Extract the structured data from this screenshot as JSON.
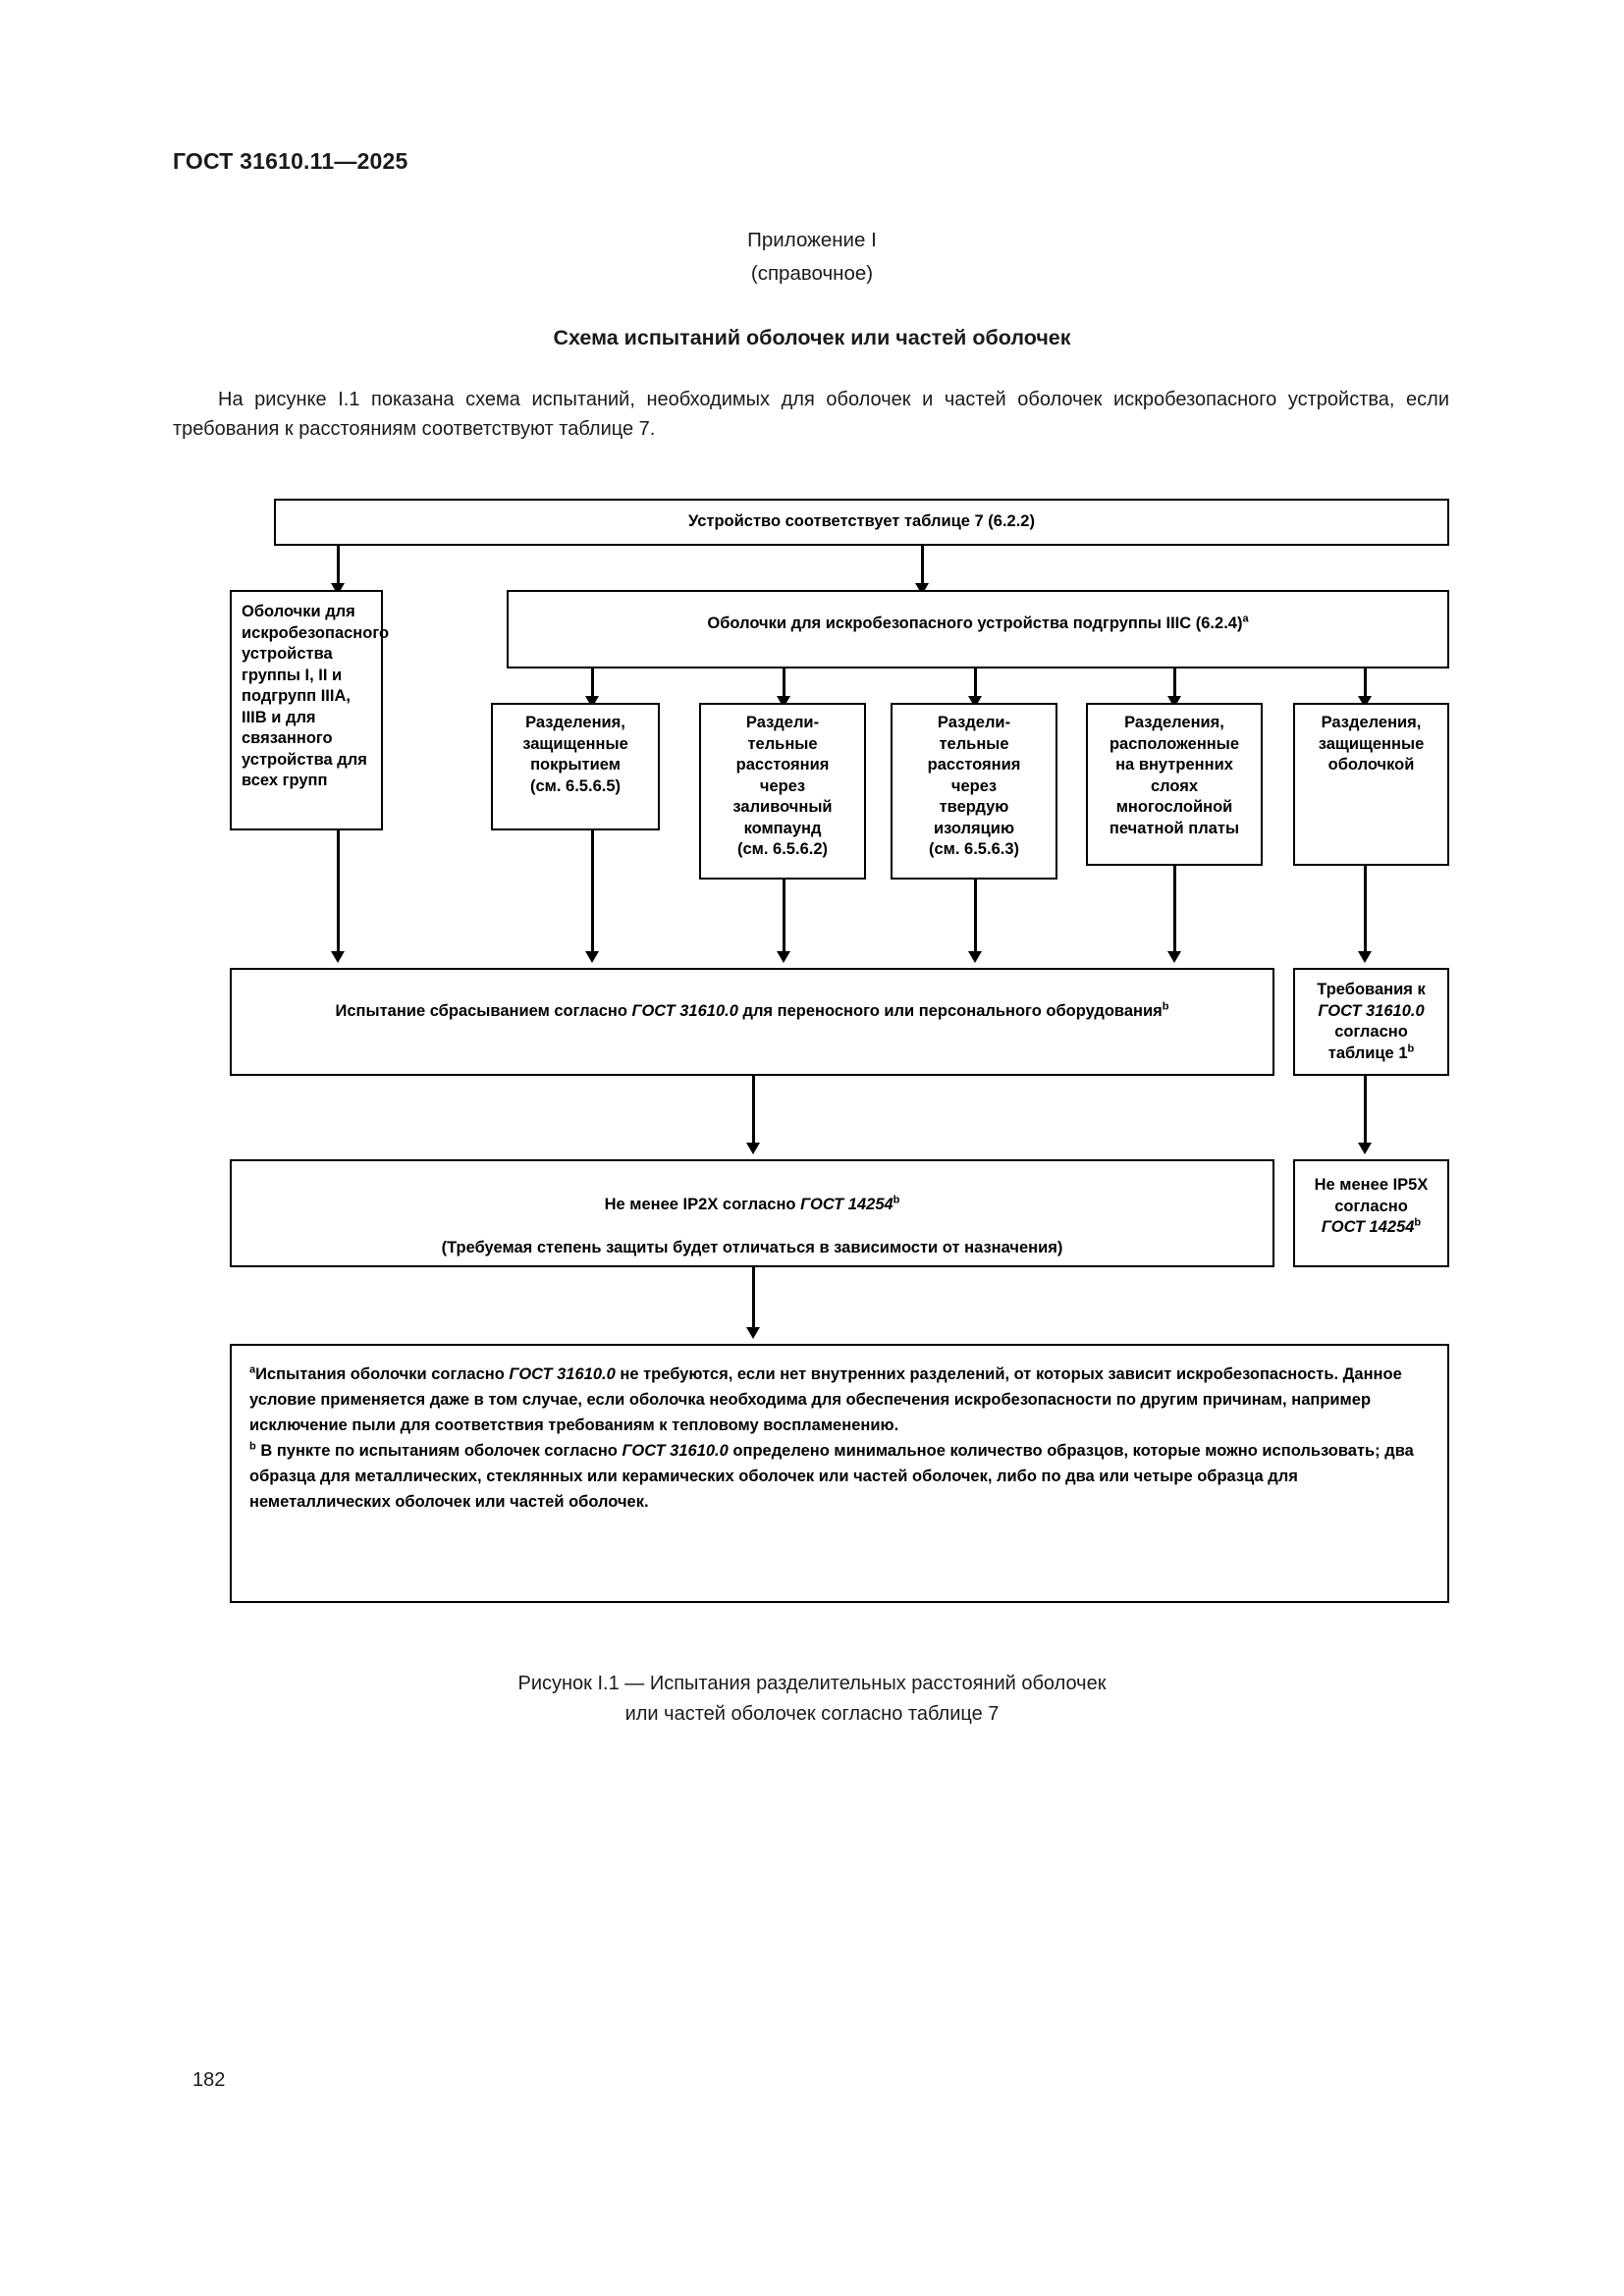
{
  "document": {
    "header": "ГОСТ 31610.11—2025",
    "page_number": "182"
  },
  "annex": {
    "line1": "Приложение I",
    "line2": "(справочное)",
    "section_title": "Схема испытаний оболочек или частей оболочек"
  },
  "intro": {
    "text": "На рисунке I.1 показана схема испытаний, необходимых для оболочек и частей оболочек искробезопасного устройства, если требования к расстояниям соответствуют таблице 7."
  },
  "figure": {
    "caption_line1": "Рисунок I.1 — Испытания разделительных расстояний оболочек",
    "caption_line2": "или частей оболочек согласно таблице 7"
  },
  "chart_data": {
    "type": "flowchart",
    "title": "Рисунок I.1 — Испытания разделительных расстояний оболочек или частей оболочек согласно таблице 7",
    "nodes": {
      "root": {
        "id": "root",
        "text": "Устройство соответствует таблице 7 (6.2.2)"
      },
      "left_branch": {
        "id": "left_branch",
        "text": "Оболочки для искробезопасного устройства группы I, II и подгрупп IIIA, IIIB и для связанного устройства для всех групп"
      },
      "iiic_branch": {
        "id": "iiic_branch",
        "text": "Оболочки для искробезопасного устройства подгруппы IIIC (6.2.4)",
        "footnote_mark": "a"
      },
      "sub1": {
        "id": "sub1",
        "lines": [
          "Разделения,",
          "защищенные",
          "покрытием",
          "(см. 6.5.6.5)"
        ]
      },
      "sub2": {
        "id": "sub2",
        "lines": [
          "Раздели-",
          "тельные",
          "расстояния",
          "через",
          "заливочный",
          "компаунд",
          "(см. 6.5.6.2)"
        ]
      },
      "sub3": {
        "id": "sub3",
        "lines": [
          "Раздели-",
          "тельные",
          "расстояния",
          "через",
          "твердую",
          "изоляцию",
          "(см. 6.5.6.3)"
        ]
      },
      "sub4": {
        "id": "sub4",
        "lines": [
          "Разделения,",
          "расположенные",
          "на внутренних",
          "слоях",
          "многослойной",
          "печатной платы"
        ]
      },
      "sub5": {
        "id": "sub5",
        "lines": [
          "Разделения,",
          "защищенные",
          "оболочкой"
        ]
      },
      "drop_test": {
        "id": "drop_test",
        "pre": "Испытание сбрасыванием согласно ",
        "std": "ГОСТ 31610.0",
        "post": " для переносного или персонального оборудования",
        "footnote_mark": "b"
      },
      "requirements": {
        "id": "requirements",
        "line1": "Требования к",
        "std": "ГОСТ 31610.0",
        "line3": "согласно",
        "line4": "таблице 1",
        "footnote_mark": "b"
      },
      "ip2x": {
        "id": "ip2x",
        "pre": "Не менее IP2X согласно ",
        "std": "ГОСТ 14254",
        "footnote_mark": "b",
        "note": "(Требуемая степень защиты будет отличаться в зависимости от назначения)"
      },
      "ip5x": {
        "id": "ip5x",
        "line1": "Не менее IP5X",
        "line2": "согласно",
        "std": "ГОСТ 14254",
        "footnote_mark": "b"
      },
      "footnotes": {
        "id": "footnotes",
        "a_mark": "a",
        "a_pre": "Испытания оболочки согласно ",
        "a_std": "ГОСТ 31610.0",
        "a_post": " не требуются, если нет внутренних разделений, от которых  зависит искробезопасность. Данное условие применяется даже в том случае, если оболочка необходима для  обеспечения искробезопасности по другим причинам, например исключение пыли для соответствия  требованиям к тепловому воспламенению.",
        "b_mark": "b",
        "b_pre": " В пункте по испытаниям оболочек согласно ",
        "b_std": "ГОСТ 31610.0",
        "b_post": " определено минимальное количество образцов, которые можно использовать; два образца для металлических, стеклянных или керамических оболочек или частей оболочек, либо по два или четыре образца для неметаллических оболочек или частей оболочек."
      }
    },
    "edges": [
      {
        "from": "root",
        "to": "left_branch"
      },
      {
        "from": "root",
        "to": "iiic_branch"
      },
      {
        "from": "iiic_branch",
        "to": "sub1"
      },
      {
        "from": "iiic_branch",
        "to": "sub2"
      },
      {
        "from": "iiic_branch",
        "to": "sub3"
      },
      {
        "from": "iiic_branch",
        "to": "sub4"
      },
      {
        "from": "iiic_branch",
        "to": "sub5"
      },
      {
        "from": "left_branch",
        "to": "drop_test"
      },
      {
        "from": "sub1",
        "to": "drop_test"
      },
      {
        "from": "sub2",
        "to": "drop_test"
      },
      {
        "from": "sub3",
        "to": "drop_test"
      },
      {
        "from": "sub4",
        "to": "drop_test"
      },
      {
        "from": "sub5",
        "to": "requirements"
      },
      {
        "from": "drop_test",
        "to": "ip2x"
      },
      {
        "from": "requirements",
        "to": "ip5x"
      },
      {
        "from": "ip2x",
        "to": "footnotes"
      }
    ]
  }
}
